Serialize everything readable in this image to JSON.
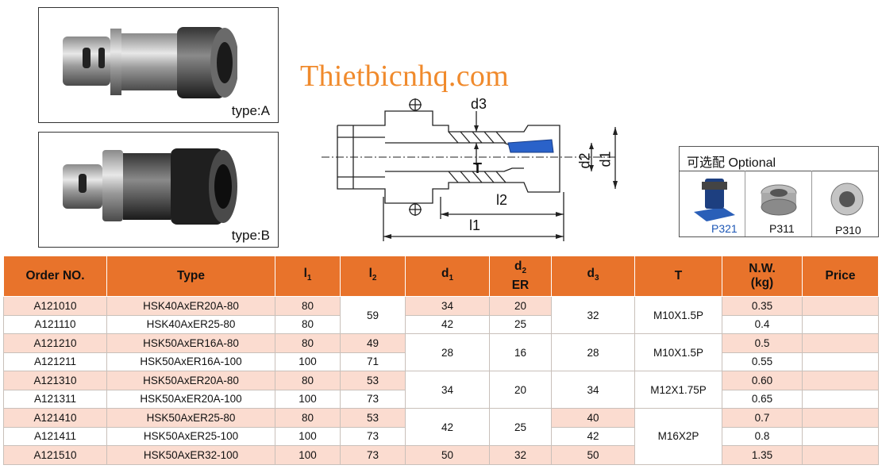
{
  "watermark": "Thietbicnhq.com",
  "product_a_label": "type:A",
  "product_b_label": "type:B",
  "drawing_labels": {
    "d3": "d3",
    "T": "T",
    "l2": "l2",
    "l1": "l1",
    "d2": "d2",
    "d1": "d1"
  },
  "optional": {
    "title": "可选配 Optional",
    "items": [
      "P321",
      "P311",
      "P310"
    ]
  },
  "table": {
    "headers": {
      "order": "Order NO.",
      "type": "Type",
      "l1": "l1",
      "l2": "l2",
      "d1": "d1",
      "d2": "d2",
      "d2_sub": "ER",
      "d3": "d3",
      "T": "T",
      "nw": "N.W.",
      "nw_sub": "(kg)",
      "price": "Price"
    },
    "rows": [
      {
        "order": "A121010",
        "type": "HSK40AxER20A-80",
        "l1": "80",
        "l2": "59",
        "d1": "34",
        "d2": "20",
        "d3": "32",
        "T": "M10X1.5P",
        "nw": "0.35",
        "price": ""
      },
      {
        "order": "A121110",
        "type": "HSK40AxER25-80",
        "l1": "80",
        "l2": "59",
        "d1": "42",
        "d2": "25",
        "d3": "32",
        "T": "M10X1.5P",
        "nw": "0.4",
        "price": ""
      },
      {
        "order": "A121210",
        "type": "HSK50AxER16A-80",
        "l1": "80",
        "l2": "49",
        "d1": "28",
        "d2": "16",
        "d3": "28",
        "T": "M10X1.5P",
        "nw": "0.5",
        "price": ""
      },
      {
        "order": "A121211",
        "type": "HSK50AxER16A-100",
        "l1": "100",
        "l2": "71",
        "d1": "28",
        "d2": "16",
        "d3": "28",
        "T": "M10X1.5P",
        "nw": "0.55",
        "price": ""
      },
      {
        "order": "A121310",
        "type": "HSK50AxER20A-80",
        "l1": "80",
        "l2": "53",
        "d1": "34",
        "d2": "20",
        "d3": "34",
        "T": "M12X1.75P",
        "nw": "0.60",
        "price": ""
      },
      {
        "order": "A121311",
        "type": "HSK50AxER20A-100",
        "l1": "100",
        "l2": "73",
        "d1": "34",
        "d2": "20",
        "d3": "34",
        "T": "M12X1.75P",
        "nw": "0.65",
        "price": ""
      },
      {
        "order": "A121410",
        "type": "HSK50AxER25-80",
        "l1": "80",
        "l2": "53",
        "d1": "42",
        "d2": "25",
        "d3": "40",
        "T": "M16X2P",
        "nw": "0.7",
        "price": ""
      },
      {
        "order": "A121411",
        "type": "HSK50AxER25-100",
        "l1": "100",
        "l2": "73",
        "d1": "42",
        "d2": "25",
        "d3": "42",
        "T": "M16X2P",
        "nw": "0.8",
        "price": ""
      },
      {
        "order": "A121510",
        "type": "HSK50AxER32-100",
        "l1": "100",
        "l2": "73",
        "d1": "50",
        "d2": "32",
        "d3": "50",
        "T": "M16X2P",
        "nw": "1.35",
        "price": ""
      }
    ]
  }
}
